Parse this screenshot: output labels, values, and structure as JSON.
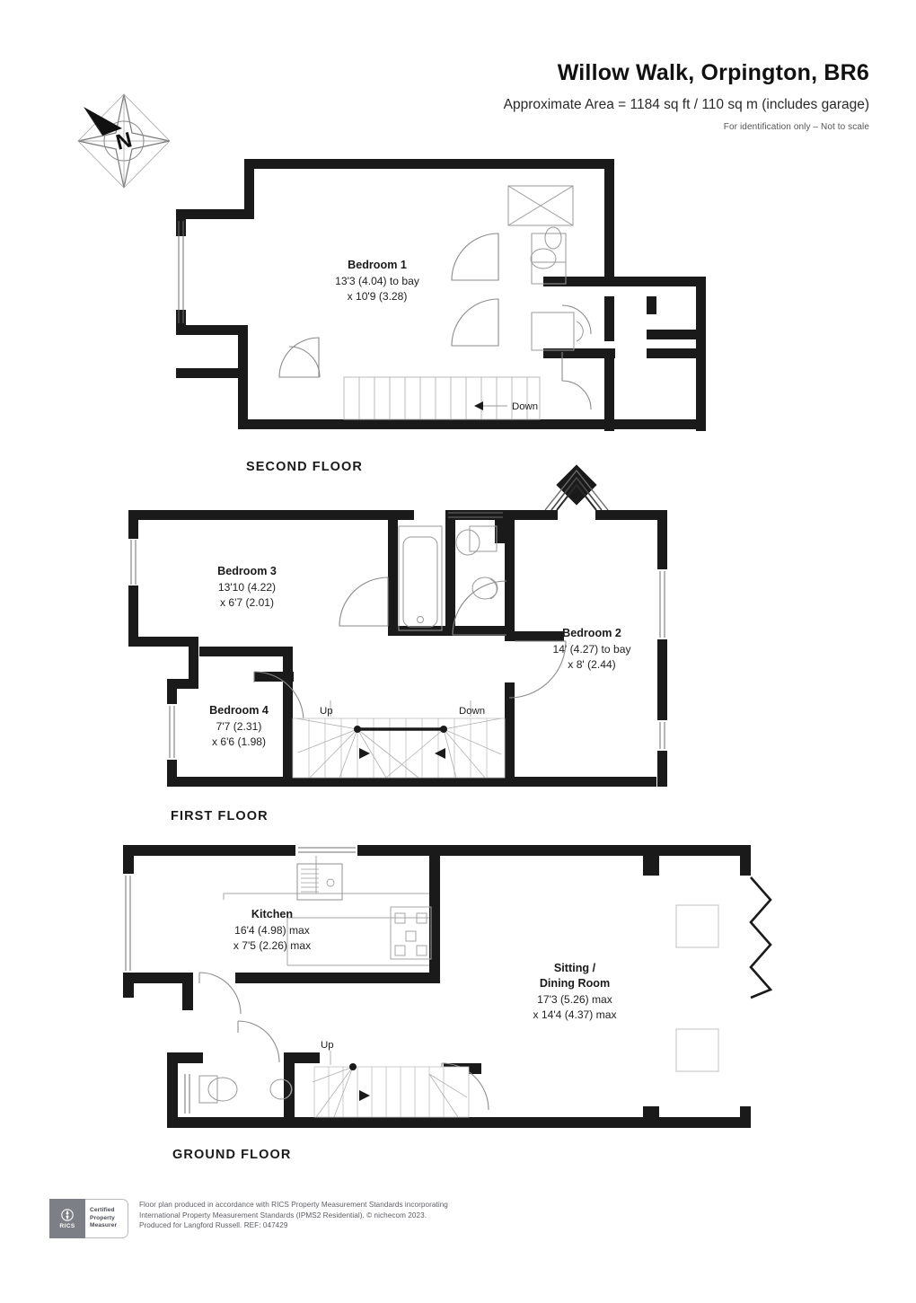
{
  "header": {
    "title": "Willow Walk, Orpington, BR6",
    "area": "Approximate Area = 1184 sq ft / 110 sq m (includes garage)",
    "note": "For identification only – Not to scale"
  },
  "compass": {
    "north_label": "N",
    "icon": "compass-rose-icon"
  },
  "floors": [
    {
      "id": "second",
      "label": "SECOND FLOOR",
      "rooms": [
        {
          "name": "Bedroom 1",
          "dim1": "13'3 (4.04) to bay",
          "dim2": "x 10'9 (3.28)"
        }
      ],
      "stairs": [
        {
          "label": "Down"
        }
      ]
    },
    {
      "id": "first",
      "label": "FIRST FLOOR",
      "rooms": [
        {
          "name": "Bedroom 3",
          "dim1": "13'10 (4.22)",
          "dim2": "x 6'7 (2.01)"
        },
        {
          "name": "Bedroom 2",
          "dim1": "14' (4.27) to bay",
          "dim2": "x 8' (2.44)"
        },
        {
          "name": "Bedroom 4",
          "dim1": "7'7 (2.31)",
          "dim2": "x 6'6 (1.98)"
        }
      ],
      "stairs": [
        {
          "label": "Up"
        },
        {
          "label": "Down"
        }
      ]
    },
    {
      "id": "ground",
      "label": "GROUND FLOOR",
      "rooms": [
        {
          "name": "Kitchen",
          "dim1": "16'4 (4.98) max",
          "dim2": "x 7'5 (2.26) max"
        },
        {
          "name": "Sitting /",
          "name2": "Dining Room",
          "dim1": "17'3 (5.26) max",
          "dim2": "x 14'4 (4.37) max"
        }
      ],
      "stairs": [
        {
          "label": "Up"
        }
      ]
    }
  ],
  "footer": {
    "badge": {
      "mark": "RICS",
      "line1": "Certified",
      "line2": "Property",
      "line3": "Measurer"
    },
    "line1": "Floor plan produced in accordance with RICS Property Measurement Standards incorporating",
    "line2": "International Property Measurement Standards (IPMS2 Residential).    © nichecom 2023.",
    "line3": "Produced for Langford Russell.    REF: 047429"
  },
  "colors": {
    "wall": "#1a1a1a",
    "fixture": "#9a9a9a",
    "text": "#1a1a1a",
    "paper": "#ffffff"
  }
}
